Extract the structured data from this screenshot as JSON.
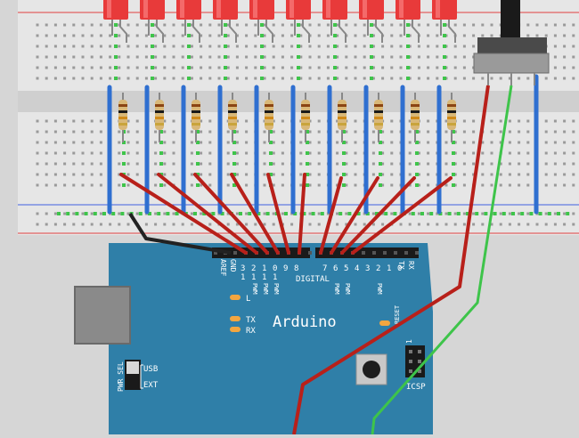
{
  "colors": {
    "background": "#d6d6d6",
    "breadboard": "#e6e6e6",
    "board": "#2f7fa8",
    "board_dark": "#1f5f80",
    "led": "#e83a3a",
    "wire_red": "#b8201a",
    "wire_green": "#3ec44a",
    "wire_blue": "#2f6fd0",
    "wire_black": "#222222",
    "silk": "#ffffff"
  },
  "components": {
    "leds": {
      "count": 10,
      "icon": "led-icon"
    },
    "resistors": {
      "count": 10,
      "icon": "resistor-icon"
    },
    "potentiometer": {
      "icon": "potentiometer-icon"
    },
    "reset_button": {
      "icon": "push-button-icon"
    }
  },
  "board": {
    "name": "Arduino",
    "aref": "AREF",
    "gnd": "GND",
    "digital": "DIGITAL",
    "l_led": "L",
    "tx_led": "TX",
    "rx_led": "RX",
    "usb": "USB",
    "ext": "EXT",
    "pwr_sel": "PWR SEL",
    "icsp": "ICSP",
    "reset": "RESET",
    "tx_pin": "TX",
    "rx_pin": "RX",
    "one": "1",
    "pin_numbers_high": [
      "3",
      "2",
      "1",
      "0",
      "9",
      "8"
    ],
    "pin_numbers_low": [
      "7",
      "6",
      "5",
      "4",
      "3",
      "2",
      "1",
      "0"
    ],
    "pin_tens": [
      "1",
      "1",
      "1",
      "1"
    ],
    "pwm": "PWM",
    "pwm_count_high": 3,
    "pwm_count_low": 3
  }
}
